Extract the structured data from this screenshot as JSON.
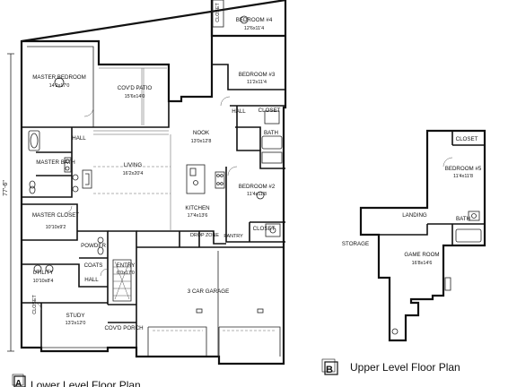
{
  "titles": {
    "lower_letter": "A",
    "lower": "Lower Level Floor Plan",
    "upper_letter": "B",
    "upper": "Upper Level Floor Plan"
  },
  "dimension": "77'-6\"",
  "rooms": {
    "master_bedroom": {
      "name": "MASTER BEDROOM",
      "size": "14'2x17'0"
    },
    "covd_patio": {
      "name": "COV'D PATIO",
      "size": "15'6x14'0"
    },
    "bedroom4": {
      "name": "BEDROOM #4",
      "size": "12'6x11'4"
    },
    "bedroom3": {
      "name": "BEDROOM #3",
      "size": "11'2x11'4"
    },
    "hall_upper_right": "HALL",
    "closet_b3": "CLOSET",
    "closet_b4": "CLOSET",
    "nook": {
      "name": "NOOK",
      "size": "13'0x12'8"
    },
    "bath_right": "BATH",
    "hall_master": "HALL",
    "living": {
      "name": "LIVING",
      "size": "16'2x20'4"
    },
    "master_bath": "MASTER BATH",
    "bedroom2": {
      "name": "BEDROOM #2",
      "size": "11'4x11'8"
    },
    "kitchen": {
      "name": "KITCHEN",
      "size": "17'4x13'6"
    },
    "master_closet": {
      "name": "MASTER CLOSET",
      "size": "10'10x9'2"
    },
    "closet_b2": "CLOSET",
    "pantry": "PANTRY",
    "drop_zone": "DROP ZONE",
    "powder": "POWDER",
    "coats": "COATS",
    "utility": {
      "name": "UTILITY",
      "size": "10'10x8'4"
    },
    "hall_utility": "HALL",
    "entry": {
      "name": "ENTRY",
      "size": "6'0x17'0"
    },
    "garage": {
      "name": "3 CAR GARAGE",
      "size": ""
    },
    "closet_study": "CLOSET",
    "study": {
      "name": "STUDY",
      "size": "13'2x12'0"
    },
    "covd_porch": {
      "name": "COV'D PORCH",
      "size": ""
    },
    "closet_up": "CLOSET",
    "bedroom5": {
      "name": "BEDROOM #5",
      "size": "11'4x11'8"
    },
    "landing": "LANDING",
    "bath_up": "BATH",
    "storage": "STORAGE",
    "game_room": {
      "name": "GAME ROOM",
      "size": "16'8x14'6"
    }
  }
}
